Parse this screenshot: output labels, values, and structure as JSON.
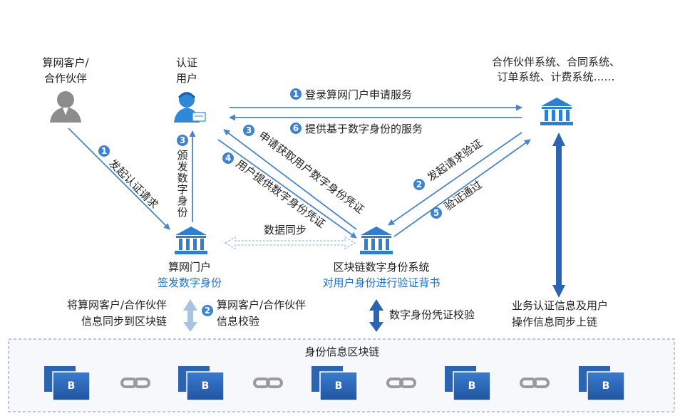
{
  "actors": {
    "customer": [
      "算网客户/",
      "合作伙伴"
    ],
    "cert_user": [
      "认证",
      "用户"
    ],
    "partner_systems": [
      "合作伙伴系统、合同系统、",
      "订单系统、计费系统……"
    ]
  },
  "nodes": {
    "portal": {
      "name": "算网门户",
      "role": "签发数字身份"
    },
    "did_system": {
      "name": "区块链数字身份系统",
      "role": "对用户身份进行验证背书"
    }
  },
  "steps": {
    "initiate_auth": {
      "num": "1",
      "label": "发起认证请求"
    },
    "issue_identity": {
      "num": "3",
      "label": [
        "颁",
        "发",
        "数",
        "字",
        "身",
        "份"
      ]
    },
    "login": {
      "num": "1",
      "label": "登录算网门户申请服务"
    },
    "provide_service": {
      "num": "6",
      "label": "提供基于数字身份的服务"
    },
    "apply_credential": {
      "num": "3",
      "label": "申请获取用户数字身份凭证"
    },
    "provide_credential": {
      "num": "4",
      "label": "用户提供数字身份凭证"
    },
    "request_verify": {
      "num": "2",
      "label": "发起请求验证"
    },
    "verify_pass": {
      "num": "5",
      "label": "验证通过"
    },
    "data_sync": {
      "label": "数据同步"
    },
    "info_check": {
      "num": "2",
      "label": [
        "算网客户/合作伙伴",
        "信息校验"
      ]
    }
  },
  "sync_notes": {
    "portal_sync": [
      "将算网客户/合作伙伴",
      "信息同步到区块链"
    ],
    "credential_check": "数字身份凭证校验",
    "business_sync": [
      "业务认证信息及用户",
      "操作信息同步上链"
    ]
  },
  "blockchain": {
    "title": "身份信息区块链",
    "blocks": [
      "B",
      "B",
      "B",
      "B",
      "B"
    ]
  },
  "colors": {
    "primary": "#1f6fc5",
    "step_badge": "#3f82cf",
    "arrow": "#4a86c8",
    "block": "#2c64b0",
    "link": "#9a9a9a"
  }
}
